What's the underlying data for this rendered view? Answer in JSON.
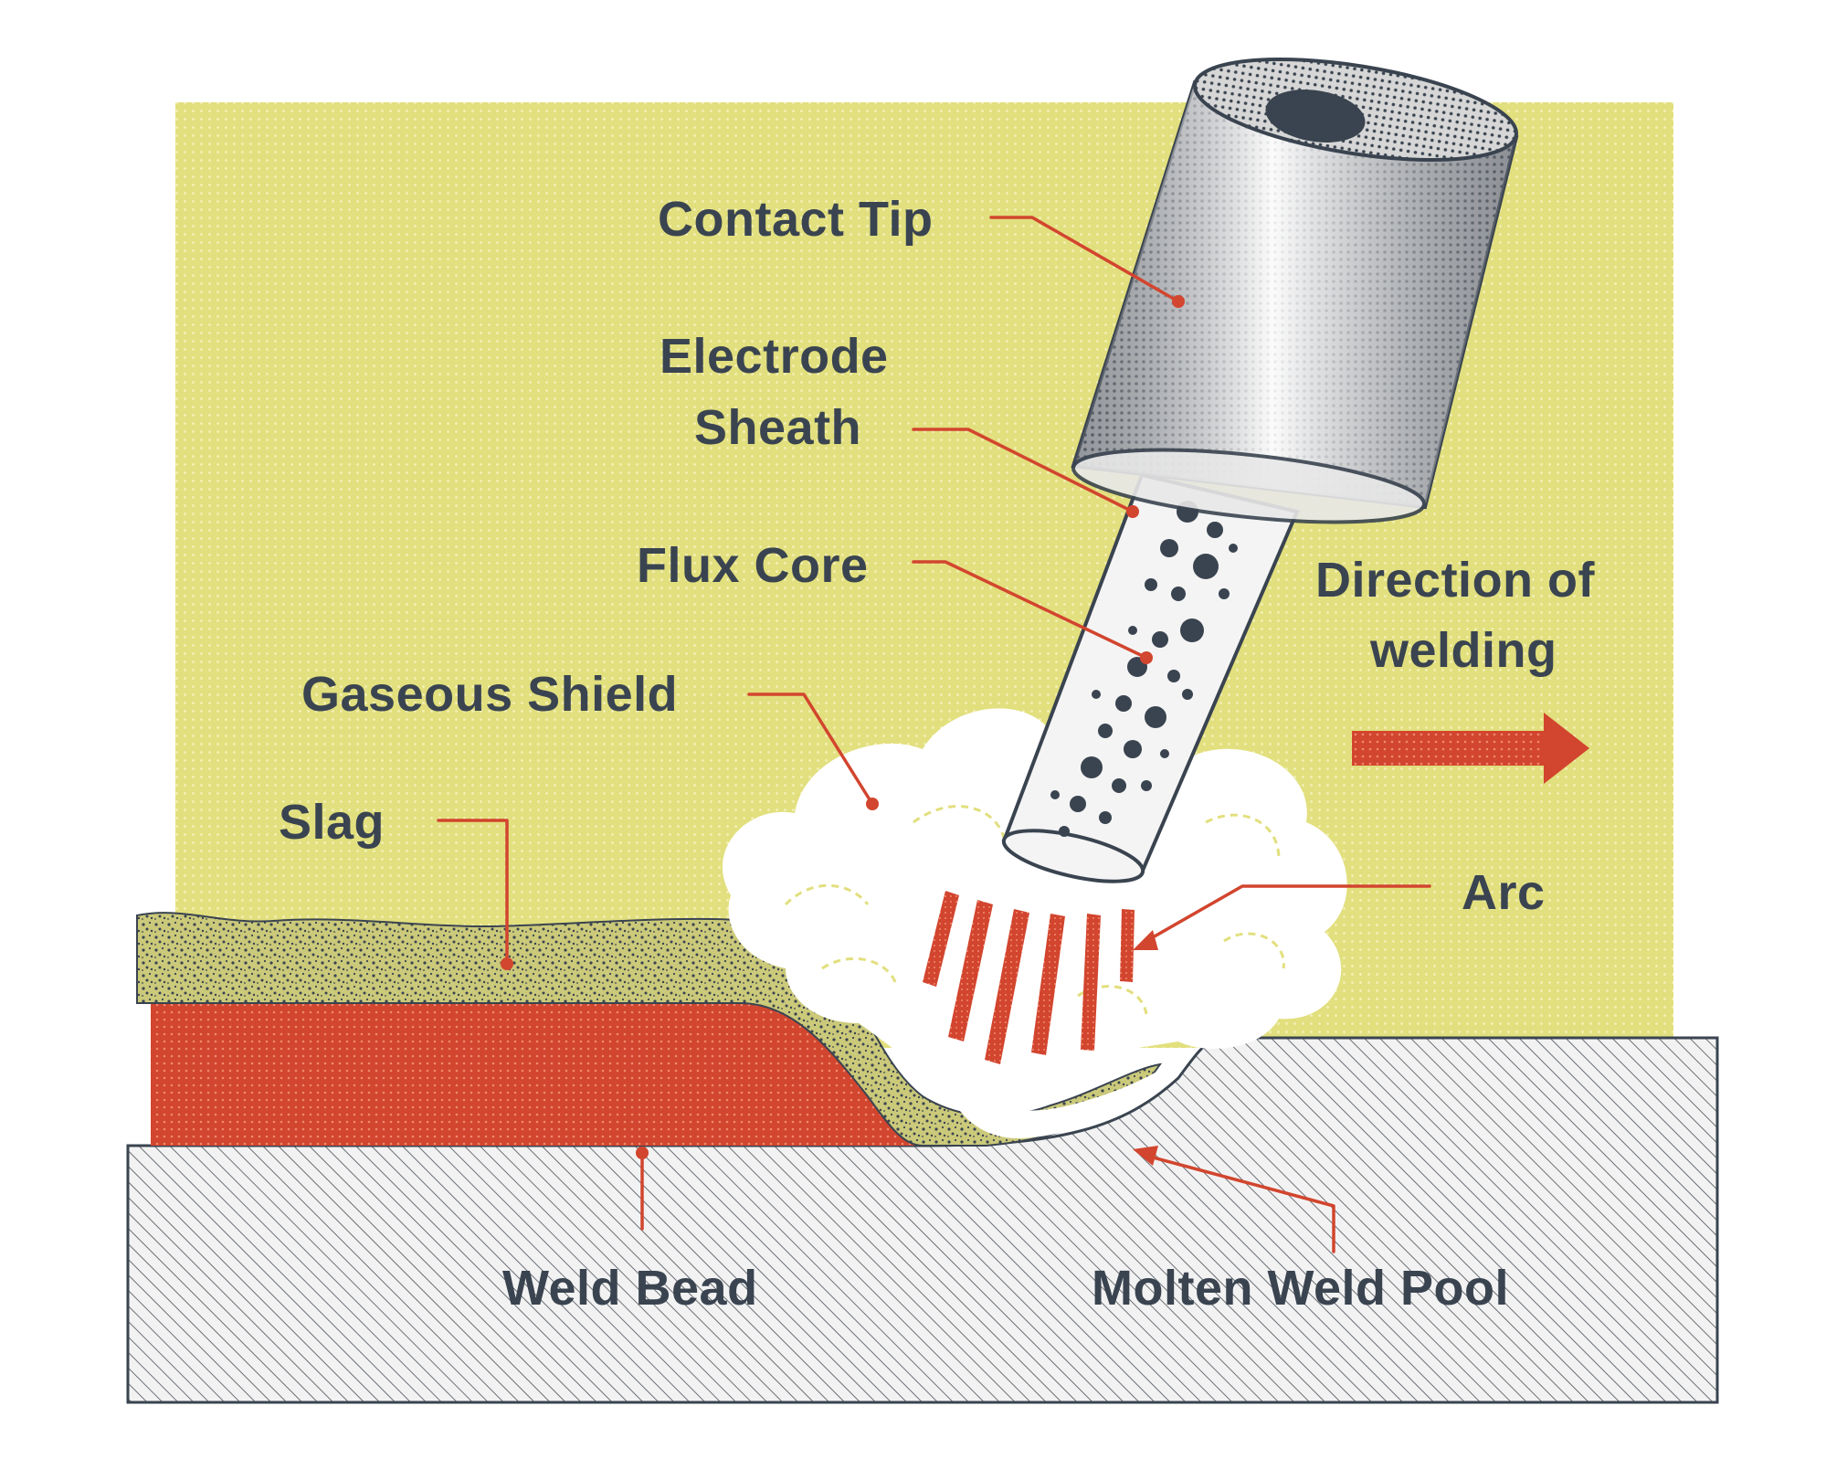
{
  "labels": {
    "contact_tip": "Contact Tip",
    "electrode_sheath_line1": "Electrode",
    "electrode_sheath_line2": "Sheath",
    "flux_core": "Flux Core",
    "gaseous_shield": "Gaseous Shield",
    "slag": "Slag",
    "arc": "Arc",
    "direction_line1": "Direction of",
    "direction_line2": "welding",
    "weld_bead": "Weld Bead",
    "molten_weld_pool": "Molten Weld Pool"
  },
  "colors": {
    "background": "#e2df7e",
    "accent_red": "#d2452e",
    "ink": "#3a4450",
    "metal_gray": "#cfcfcf",
    "slag_green": "#c9c77a",
    "shield_white": "#ffffff"
  }
}
